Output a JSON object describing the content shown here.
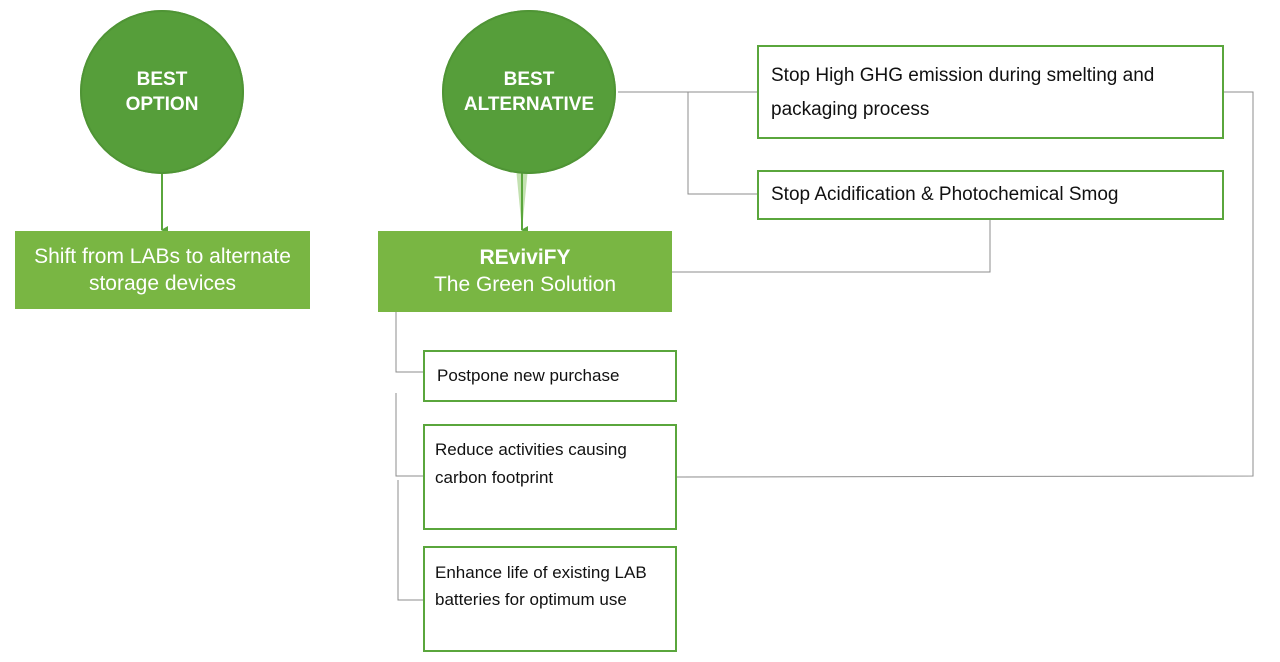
{
  "nodes": {
    "best_option": "BEST\nOPTION",
    "best_alternative": "BEST\nALTERNATIVE",
    "shift": "Shift from LABs to alternate storage devices",
    "revivify_title": "REviviFY",
    "revivify_subtitle": "The Green Solution",
    "stop_ghg": "Stop High GHG emission during smelting and packaging process",
    "stop_acid": "Stop Acidification & Photochemical Smog",
    "postpone": "Postpone new purchase",
    "reduce": "Reduce activities causing carbon footprint",
    "enhance": "Enhance life of existing LAB batteries for optimum use"
  },
  "colors": {
    "circle_green": "#569e3a",
    "box_green": "#79b643",
    "outline_green": "#5aa63c",
    "connector_gray": "#8c8c8c",
    "arrow_green": "#5aa63c"
  }
}
